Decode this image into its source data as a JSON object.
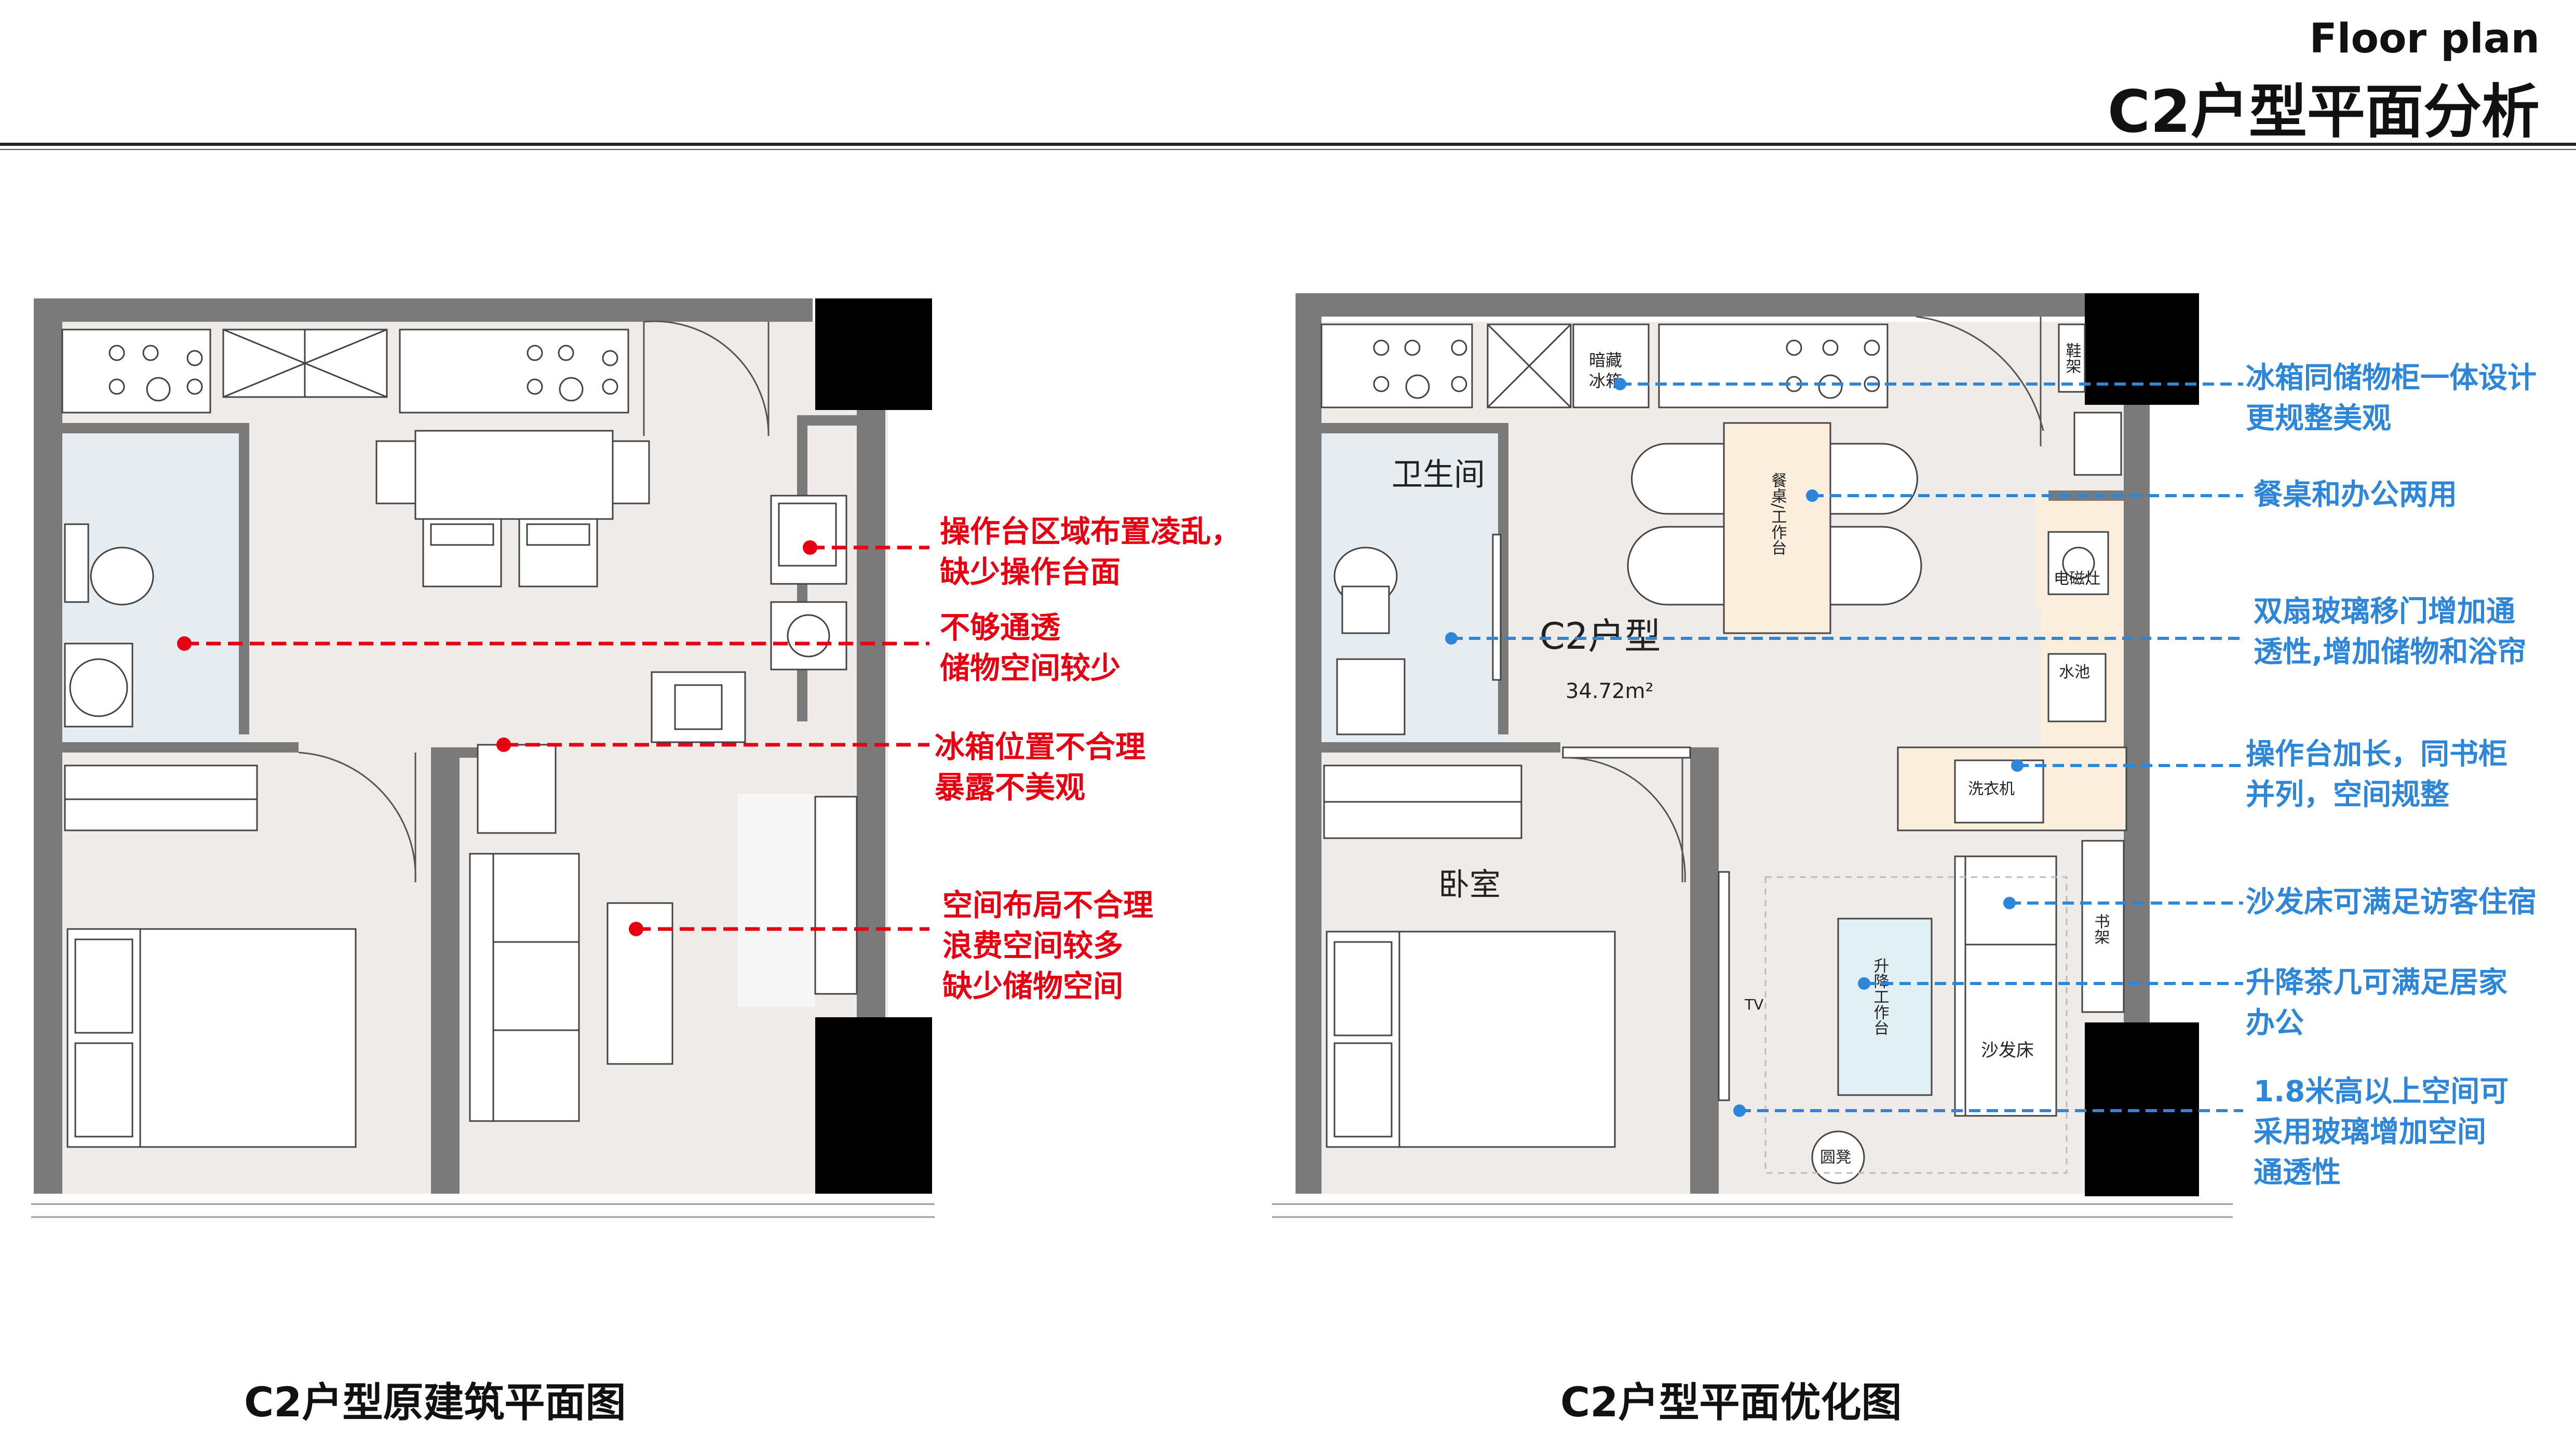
{
  "header": {
    "title_en": "Floor plan",
    "title_cn": "C2户型平面分析"
  },
  "captions": {
    "original": "C2户型原建筑平面图",
    "optimized": "C2户型平面优化图"
  },
  "colors": {
    "wall": "#7a7a7a",
    "column": "#000000",
    "floor": "#efebe8",
    "bath": "#e6ecef",
    "red": "#e60012",
    "blue": "#2e86d8",
    "accent": "#fbeedd"
  },
  "original_plan": {
    "annotations": [
      {
        "lines": [
          "操作台区域布置凌乱，",
          "缺少操作台面"
        ]
      },
      {
        "lines": [
          "不够通透",
          "储物空间较少"
        ]
      },
      {
        "lines": [
          "冰箱位置不合理",
          "暴露不美观"
        ]
      },
      {
        "lines": [
          "空间布局不合理",
          "浪费空间较多",
          "缺少储物空间"
        ]
      }
    ]
  },
  "optimized_plan": {
    "room_labels": {
      "bathroom": "卫生间",
      "unit": "C2户型",
      "area": "34.72m²",
      "bedroom": "卧室",
      "hidden_fridge": [
        "暗藏",
        "冰箱"
      ],
      "dining": "餐桌/工作台",
      "induction": "电磁灶",
      "sink": "水池",
      "washer": "洗衣机",
      "bookshelf": "书架",
      "shoe": "鞋架",
      "desk": "升降工作台",
      "sofa": "沙发床",
      "tv": "TV",
      "stool": "圆凳"
    },
    "annotations": [
      {
        "lines": [
          "冰箱同储物柜一体设计",
          "更规整美观"
        ]
      },
      {
        "lines": [
          "餐桌和办公两用"
        ]
      },
      {
        "lines": [
          "双扇玻璃移门增加通",
          "透性,增加储物和浴帘"
        ]
      },
      {
        "lines": [
          "操作台加长，同书柜",
          "并列，空间规整"
        ]
      },
      {
        "lines": [
          "沙发床可满足访客住宿"
        ]
      },
      {
        "lines": [
          "升降茶几可满足居家",
          "办公"
        ]
      },
      {
        "lines": [
          "1.8米高以上空间可",
          "采用玻璃增加空间",
          "通透性"
        ]
      }
    ]
  }
}
